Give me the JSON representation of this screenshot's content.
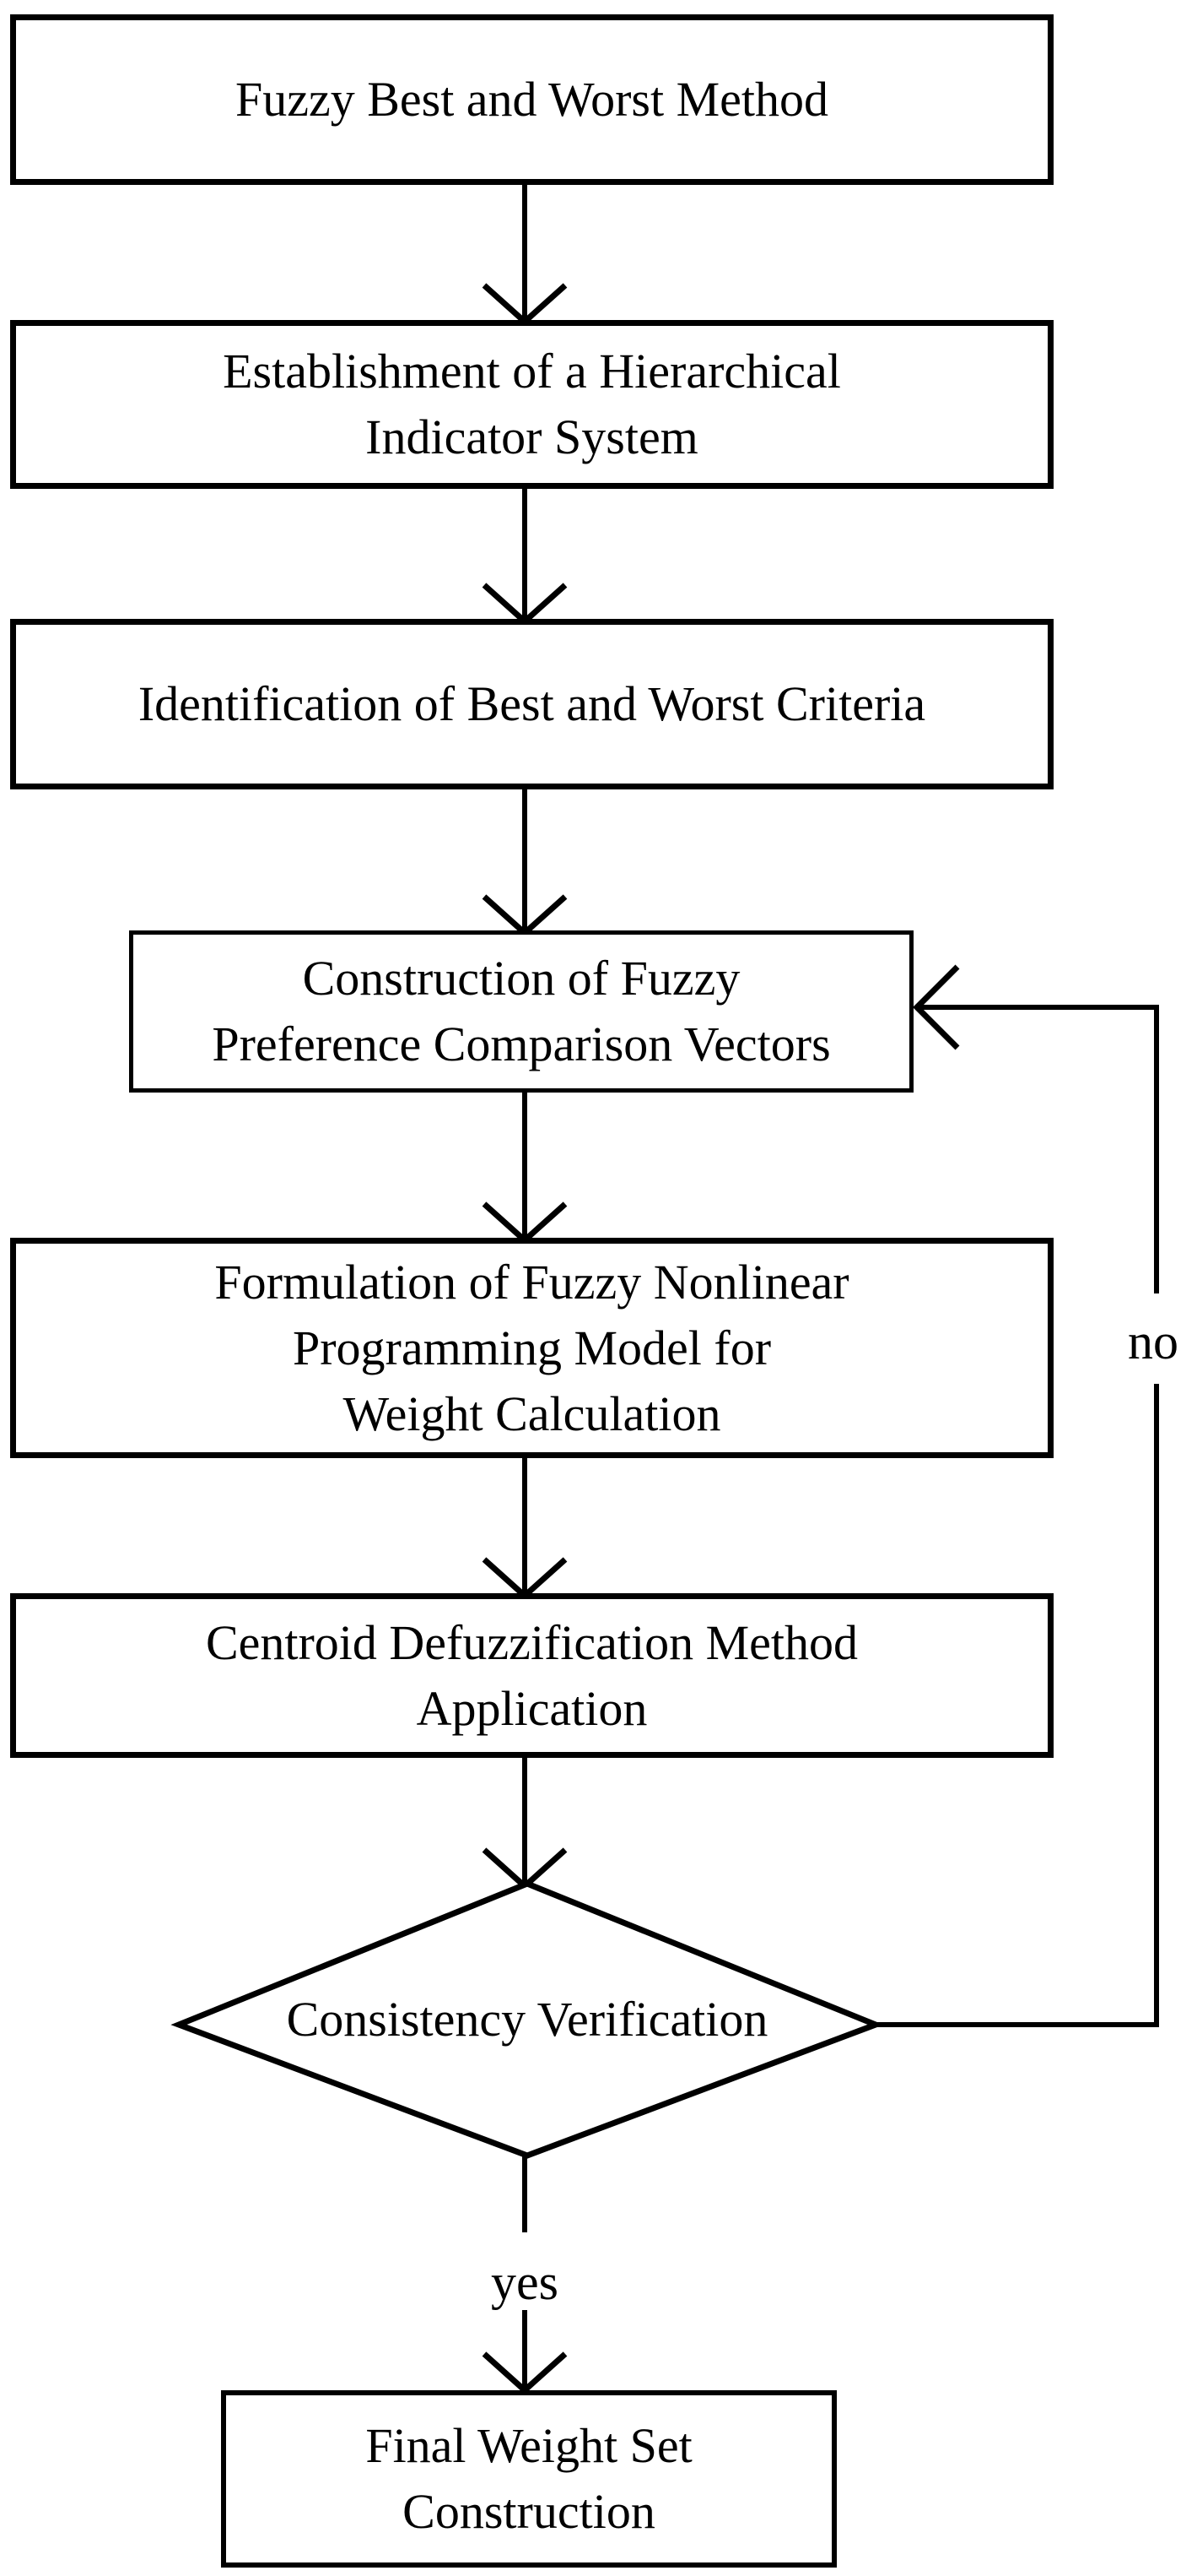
{
  "diagram": {
    "type": "flowchart",
    "colors": {
      "background": "#ffffff",
      "stroke": "#000000",
      "text": "#000000"
    },
    "nodes": [
      {
        "id": "fuzzy-best-worst-method",
        "shape": "rectangle",
        "label": "Fuzzy Best and Worst Method"
      },
      {
        "id": "hierarchical-indicator-system",
        "shape": "rectangle",
        "label": "Establishment of a Hierarchical\nIndicator System"
      },
      {
        "id": "best-worst-criteria",
        "shape": "rectangle",
        "label": "Identification of Best and Worst Criteria"
      },
      {
        "id": "preference-comparison-vectors",
        "shape": "rectangle",
        "label": "Construction of Fuzzy\nPreference Comparison Vectors"
      },
      {
        "id": "nonlinear-programming-model",
        "shape": "rectangle",
        "label": "Formulation of Fuzzy Nonlinear\nProgramming Model for\nWeight Calculation"
      },
      {
        "id": "centroid-defuzzification",
        "shape": "rectangle",
        "label": "Centroid Defuzzification Method\nApplication"
      },
      {
        "id": "consistency-verification",
        "shape": "diamond",
        "label": "Consistency Verification"
      },
      {
        "id": "final-weight-set",
        "shape": "rectangle",
        "label": "Final Weight Set\nConstruction"
      }
    ],
    "edges": [
      {
        "from": "fuzzy-best-worst-method",
        "to": "hierarchical-indicator-system"
      },
      {
        "from": "hierarchical-indicator-system",
        "to": "best-worst-criteria"
      },
      {
        "from": "best-worst-criteria",
        "to": "preference-comparison-vectors"
      },
      {
        "from": "preference-comparison-vectors",
        "to": "nonlinear-programming-model"
      },
      {
        "from": "nonlinear-programming-model",
        "to": "centroid-defuzzification"
      },
      {
        "from": "centroid-defuzzification",
        "to": "consistency-verification"
      },
      {
        "from": "consistency-verification",
        "to": "final-weight-set",
        "label": "yes"
      },
      {
        "from": "consistency-verification",
        "to": "preference-comparison-vectors",
        "label": "no"
      }
    ],
    "branch_labels": {
      "yes": "yes",
      "no": "no"
    }
  }
}
